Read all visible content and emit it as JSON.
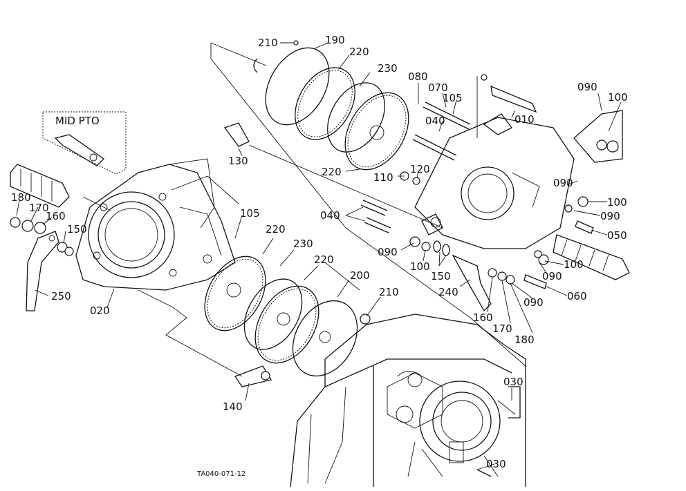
{
  "inset_title": "MID PTO",
  "figure_code": "TA040-071-12",
  "callouts": [
    {
      "id": "c-210a",
      "text": "210"
    },
    {
      "id": "c-190",
      "text": "190"
    },
    {
      "id": "c-220a",
      "text": "220"
    },
    {
      "id": "c-230a",
      "text": "230"
    },
    {
      "id": "c-080",
      "text": "080"
    },
    {
      "id": "c-070",
      "text": "070"
    },
    {
      "id": "c-105a",
      "text": "105"
    },
    {
      "id": "c-040a",
      "text": "040"
    },
    {
      "id": "c-010",
      "text": "010"
    },
    {
      "id": "c-090a",
      "text": "090"
    },
    {
      "id": "c-100a",
      "text": "100"
    },
    {
      "id": "c-130",
      "text": "130"
    },
    {
      "id": "c-220b",
      "text": "220"
    },
    {
      "id": "c-110",
      "text": "110"
    },
    {
      "id": "c-120",
      "text": "120"
    },
    {
      "id": "c-090b",
      "text": "090"
    },
    {
      "id": "c-100b",
      "text": "100"
    },
    {
      "id": "c-090c",
      "text": "090"
    },
    {
      "id": "c-050",
      "text": "050"
    },
    {
      "id": "c-040b",
      "text": "040"
    },
    {
      "id": "c-180a",
      "text": "180"
    },
    {
      "id": "c-170a",
      "text": "170"
    },
    {
      "id": "c-160a",
      "text": "160"
    },
    {
      "id": "c-150a",
      "text": "150"
    },
    {
      "id": "c-105b",
      "text": "105"
    },
    {
      "id": "c-220c",
      "text": "220"
    },
    {
      "id": "c-230b",
      "text": "230"
    },
    {
      "id": "c-090d",
      "text": "090"
    },
    {
      "id": "c-100c",
      "text": "100"
    },
    {
      "id": "c-150b",
      "text": "150"
    },
    {
      "id": "c-100d",
      "text": "100"
    },
    {
      "id": "c-090e",
      "text": "090"
    },
    {
      "id": "c-220d",
      "text": "220"
    },
    {
      "id": "c-200",
      "text": "200"
    },
    {
      "id": "c-210b",
      "text": "210"
    },
    {
      "id": "c-240",
      "text": "240"
    },
    {
      "id": "c-060",
      "text": "060"
    },
    {
      "id": "c-090f",
      "text": "090"
    },
    {
      "id": "c-160b",
      "text": "160"
    },
    {
      "id": "c-170b",
      "text": "170"
    },
    {
      "id": "c-180b",
      "text": "180"
    },
    {
      "id": "c-250",
      "text": "250"
    },
    {
      "id": "c-020",
      "text": "020"
    },
    {
      "id": "c-140",
      "text": "140"
    },
    {
      "id": "c-030a",
      "text": "030"
    },
    {
      "id": "c-030b",
      "text": "030"
    }
  ]
}
